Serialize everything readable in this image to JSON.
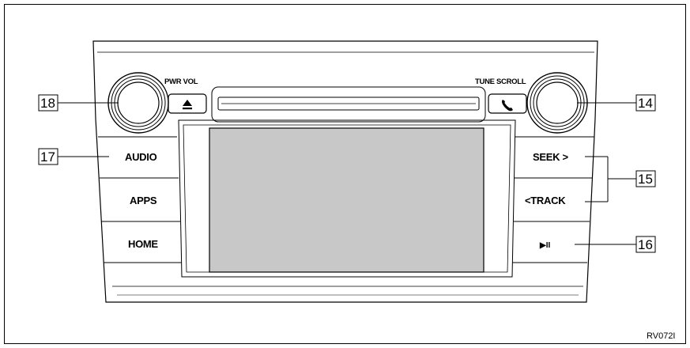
{
  "knobs": {
    "left_label": "PWR VOL",
    "right_label": "TUNE SCROLL"
  },
  "buttons": {
    "audio": "AUDIO",
    "apps": "APPS",
    "home": "HOME",
    "seek": "SEEK >",
    "track": "<TRACK",
    "play_pause": "▶II",
    "eject_icon": "eject-icon",
    "phone_icon": "phone-icon"
  },
  "callouts": {
    "c14": "14",
    "c15": "15",
    "c16": "16",
    "c17": "17",
    "c18": "18"
  },
  "reference_code": "RV072I",
  "colors": {
    "screen": "#c8c8c8",
    "line": "#000000",
    "background": "#ffffff"
  }
}
